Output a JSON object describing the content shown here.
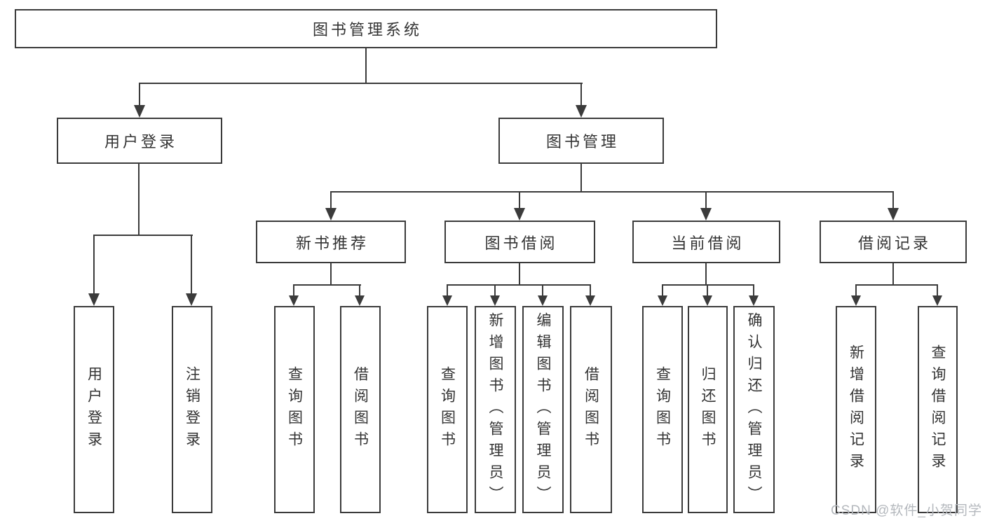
{
  "colors": {
    "line": "#3b3b3b",
    "text": "#333333",
    "background": "#ffffff",
    "watermark": "#b4b8bd"
  },
  "watermark": {
    "text": "CSDN @软件_小贺同学"
  },
  "tree": {
    "root": {
      "label": "图书管理系统",
      "children": [
        {
          "label": "用户登录",
          "children": [
            {
              "label": "用户登录"
            },
            {
              "label": "注销登录"
            }
          ]
        },
        {
          "label": "图书管理",
          "children": [
            {
              "label": "新书推荐",
              "children": [
                {
                  "label": "查询图书"
                },
                {
                  "label": "借阅图书"
                }
              ]
            },
            {
              "label": "图书借阅",
              "children": [
                {
                  "label": "查询图书"
                },
                {
                  "label": "新增图书（管理员）"
                },
                {
                  "label": "编辑图书（管理员）"
                },
                {
                  "label": "借阅图书"
                }
              ]
            },
            {
              "label": "当前借阅",
              "children": [
                {
                  "label": "查询图书"
                },
                {
                  "label": "归还图书"
                },
                {
                  "label": "确认归还（管理员）"
                }
              ]
            },
            {
              "label": "借阅记录",
              "children": [
                {
                  "label": "新增借阅记录"
                },
                {
                  "label": "查询借阅记录"
                }
              ]
            }
          ]
        }
      ]
    }
  }
}
